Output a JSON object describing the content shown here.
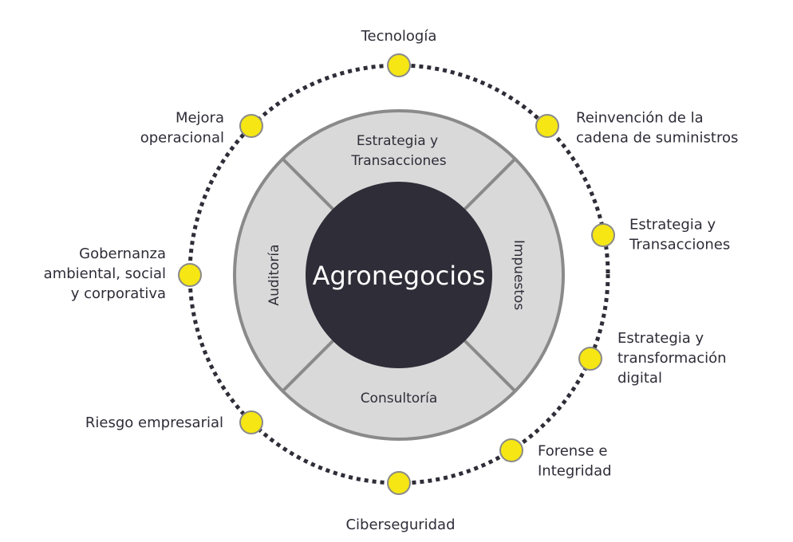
{
  "center": {
    "label": "Agronegocios"
  },
  "segments": {
    "top": [
      "Estrategia y",
      "Transacciones"
    ],
    "right": "Impuestos",
    "bottom": "Consultoría",
    "left": "Auditoría"
  },
  "outer_items": [
    {
      "lines": [
        "Tecnología"
      ]
    },
    {
      "lines": [
        "Reinvención de la",
        "cadena de suministros"
      ]
    },
    {
      "lines": [
        "Estrategia y",
        "Transacciones"
      ]
    },
    {
      "lines": [
        "Estrategia y",
        "transformación",
        "digital"
      ]
    },
    {
      "lines": [
        "Forense e",
        "Integridad"
      ]
    },
    {
      "lines": [
        "Ciberseguridad"
      ]
    },
    {
      "lines": [
        "Riesgo empresarial"
      ]
    },
    {
      "lines": [
        "Gobernanza",
        "ambiental, social",
        "y corporativa"
      ]
    },
    {
      "lines": [
        "Mejora",
        "operacional"
      ]
    }
  ],
  "colors": {
    "dot": "#f5e614",
    "ring": "#d9d9d9",
    "ring_stroke": "#8a8a8a",
    "core": "#2e2d38"
  }
}
